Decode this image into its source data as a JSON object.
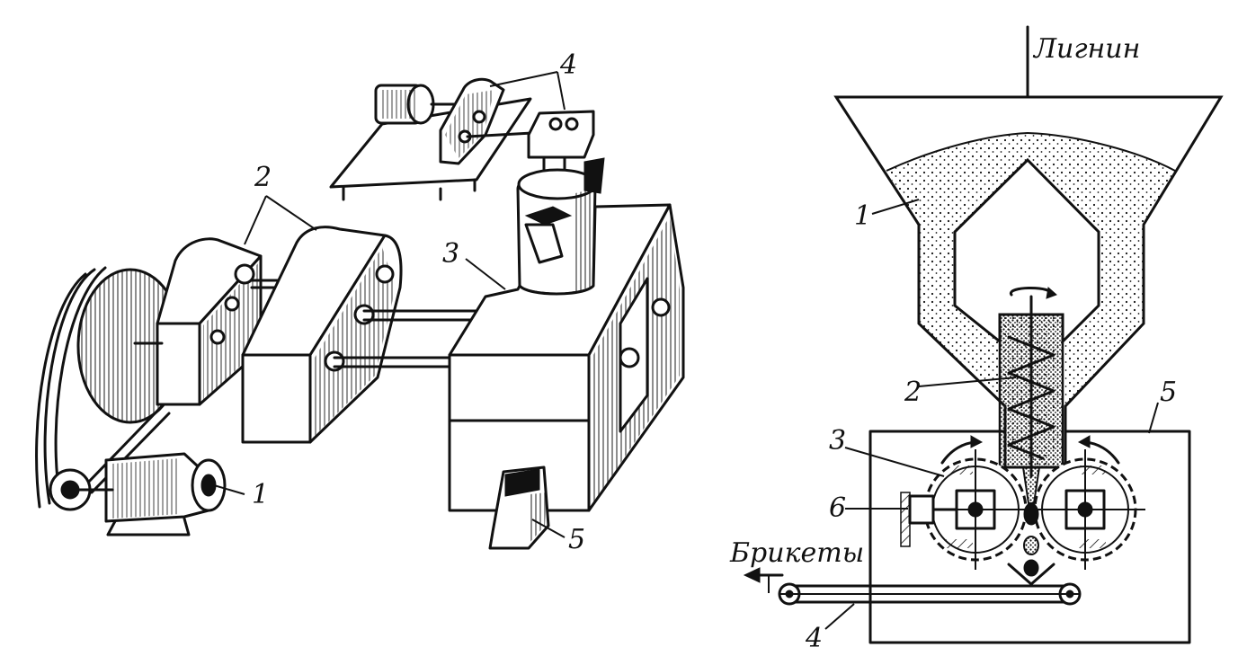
{
  "left_diagram": {
    "labels": {
      "motor": "1",
      "housings": "2",
      "press_body": "3",
      "top_unit": "4",
      "outlet": "5"
    }
  },
  "right_diagram": {
    "labels": {
      "input": "Лигнин",
      "output": "Брикеты",
      "hopper": "1",
      "screw": "2",
      "roll": "3",
      "conveyor": "4",
      "frame": "5",
      "adjuster": "6"
    }
  },
  "colors": {
    "ink": "#111111",
    "paper": "#ffffff"
  }
}
